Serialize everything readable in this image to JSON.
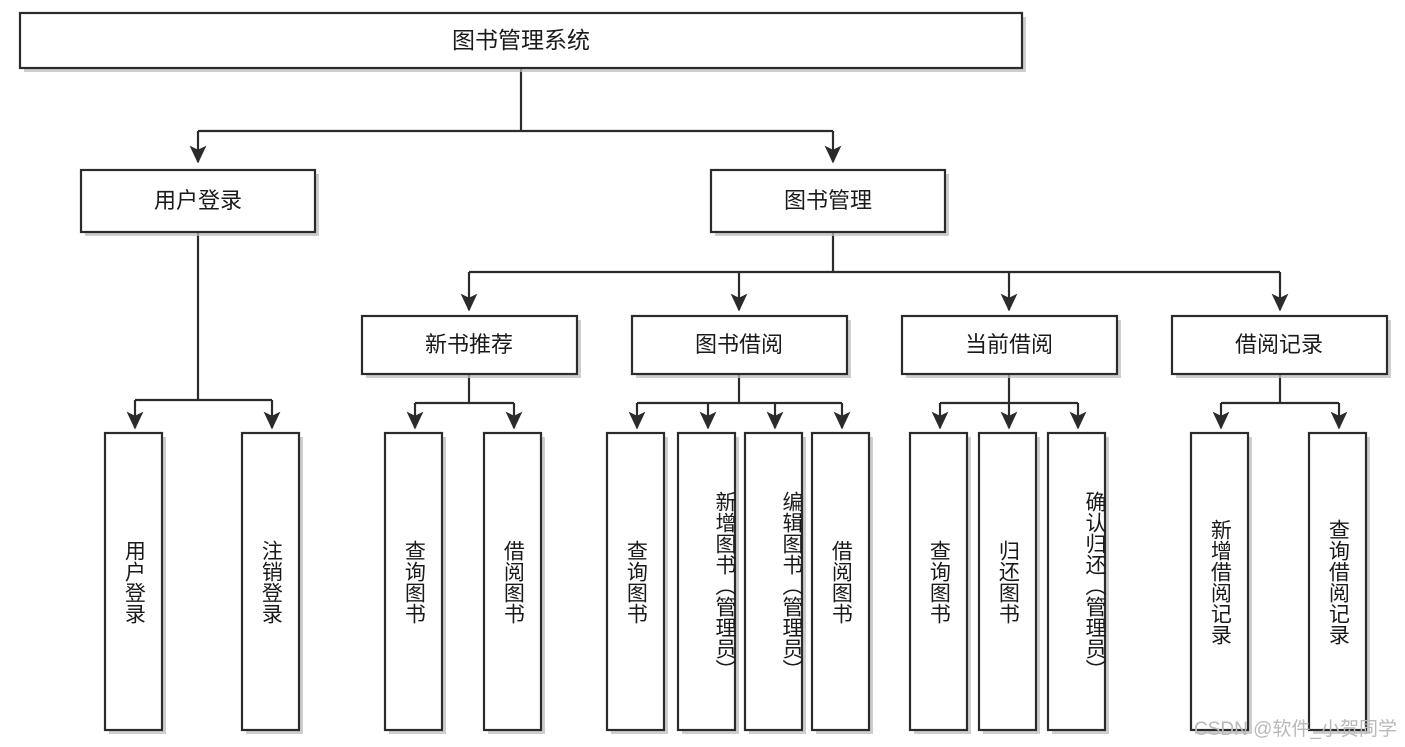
{
  "diagram": {
    "type": "tree-hierarchy",
    "title": "图书管理系统",
    "root": {
      "id": "root",
      "label": "图书管理系统",
      "orientation": "horizontal"
    },
    "level2": [
      {
        "id": "user-login",
        "label": "用户登录",
        "orientation": "horizontal"
      },
      {
        "id": "book-manage",
        "label": "图书管理",
        "orientation": "horizontal"
      }
    ],
    "level3": [
      {
        "id": "new-book-recommend",
        "label": "新书推荐",
        "orientation": "horizontal",
        "parent": "book-manage"
      },
      {
        "id": "book-borrow",
        "label": "图书借阅",
        "orientation": "horizontal",
        "parent": "book-manage"
      },
      {
        "id": "current-borrow",
        "label": "当前借阅",
        "orientation": "horizontal",
        "parent": "book-manage"
      },
      {
        "id": "borrow-record",
        "label": "借阅记录",
        "orientation": "horizontal",
        "parent": "book-manage"
      }
    ],
    "leaves": [
      {
        "id": "leaf-user-login",
        "label": "用户登录",
        "parent": "user-login",
        "orientation": "vertical",
        "align": "middle"
      },
      {
        "id": "leaf-user-logout",
        "label": "注销登录",
        "parent": "user-login",
        "orientation": "vertical",
        "align": "middle"
      },
      {
        "id": "leaf-query-book-1",
        "label": "查询图书",
        "parent": "new-book-recommend",
        "orientation": "vertical",
        "align": "middle"
      },
      {
        "id": "leaf-borrow-book-1",
        "label": "借阅图书",
        "parent": "new-book-recommend",
        "orientation": "vertical",
        "align": "middle"
      },
      {
        "id": "leaf-query-book-2",
        "label": "查询图书",
        "parent": "book-borrow",
        "orientation": "vertical",
        "align": "middle"
      },
      {
        "id": "leaf-add-book",
        "label": "新增图书（管理员）",
        "parent": "book-borrow",
        "orientation": "vertical",
        "align": "top"
      },
      {
        "id": "leaf-edit-book",
        "label": "编辑图书（管理员）",
        "parent": "book-borrow",
        "orientation": "vertical",
        "align": "top"
      },
      {
        "id": "leaf-borrow-book-2",
        "label": "借阅图书",
        "parent": "book-borrow",
        "orientation": "vertical",
        "align": "middle"
      },
      {
        "id": "leaf-query-book-3",
        "label": "查询图书",
        "parent": "current-borrow",
        "orientation": "vertical",
        "align": "middle"
      },
      {
        "id": "leaf-return-book",
        "label": "归还图书",
        "parent": "current-borrow",
        "orientation": "vertical",
        "align": "middle"
      },
      {
        "id": "leaf-confirm-return",
        "label": "确认归还（管理员）",
        "parent": "current-borrow",
        "orientation": "vertical",
        "align": "top"
      },
      {
        "id": "leaf-add-record",
        "label": "新增借阅记录",
        "parent": "borrow-record",
        "orientation": "vertical",
        "align": "middle"
      },
      {
        "id": "leaf-query-record",
        "label": "查询借阅记录",
        "parent": "borrow-record",
        "orientation": "vertical",
        "align": "middle"
      }
    ],
    "colors": {
      "box_fill": "#ffffff",
      "box_stroke": "#2b2b2b",
      "text": "#1a1a1a",
      "background": "#ffffff",
      "watermark": "#b9b9b9"
    }
  },
  "watermark": {
    "text": "CSDN @软件_小贺同学"
  }
}
